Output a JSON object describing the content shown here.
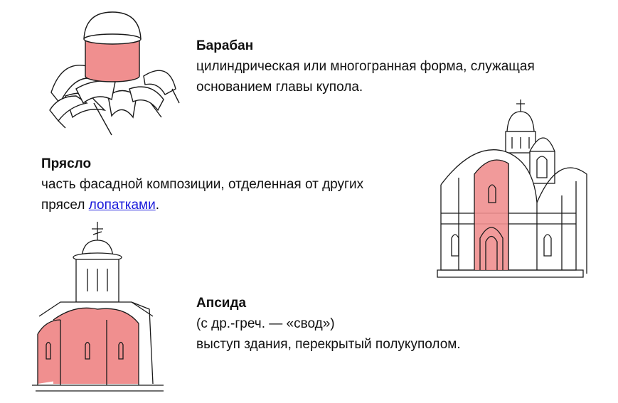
{
  "colors": {
    "highlight": "#f08f8f",
    "ink": "#1a1a1a",
    "link": "#1a1adb"
  },
  "entries": {
    "baraban": {
      "term": "Барабан",
      "line1": "цилиндрическая или многогранная форма, служащая",
      "line2": "основанием главы купола."
    },
    "pryaslo": {
      "term": "Прясло",
      "line1": "часть фасадной композиции, отделенная от других",
      "line2_prefix": "прясел ",
      "line2_link": "лопатками",
      "line2_suffix": "."
    },
    "apsida": {
      "term": "Апсида",
      "line1": "(с др.-греч. — «свод»)",
      "line2": "выступ здания, перекрытый полукуполом."
    }
  },
  "illustrations": [
    "drum-vault-sketch",
    "church-facade-sketch",
    "church-apse-sketch"
  ]
}
